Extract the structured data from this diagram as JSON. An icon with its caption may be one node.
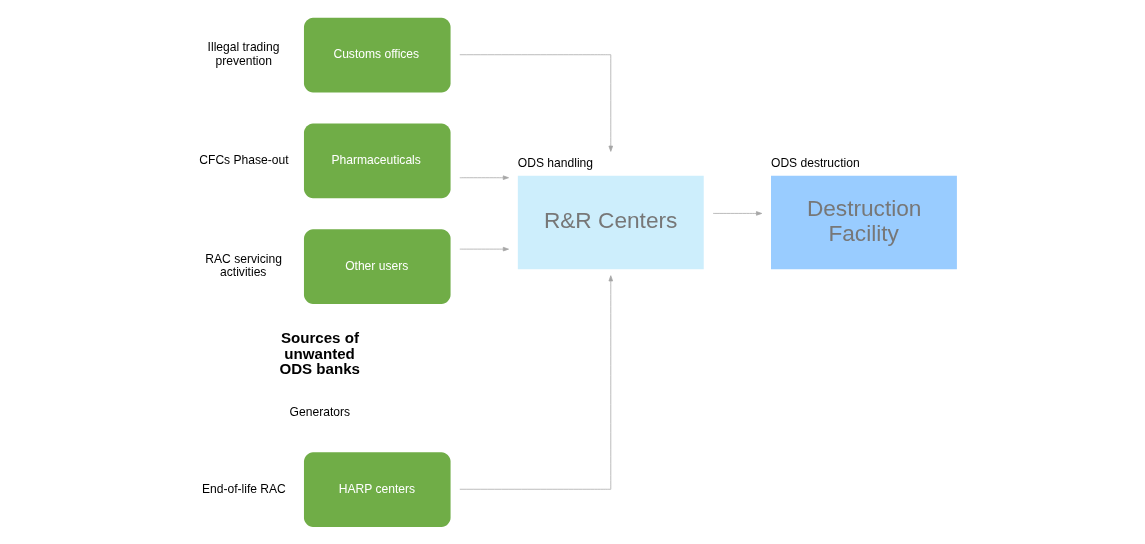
{
  "diagram": {
    "nodes": [
      {
        "text": [
          "HARP centers"
        ],
        "beside": [
          "End-of-life RAC"
        ]
      },
      {
        "text": [
          "Customs offices"
        ],
        "beside": [
          "Illegal trading prevention"
        ]
      },
      {
        "text": [
          "Pharmaceuticals"
        ],
        "beside": [
          "CFCs Phase-out"
        ]
      },
      {
        "text": [
          "Other users"
        ],
        "beside": [
          "RAC servicing activities"
        ]
      },
      {
        "text": [
          "ODS handling",
          "R&R Centers"
        ]
      },
      {
        "text": [
          "ODS destruction",
          "Destruction Facility"
        ]
      }
    ],
    "edges": [
      {
        "from": 0,
        "to": 4,
        "arrow": "to"
      },
      {
        "from": 1,
        "to": 4,
        "arrow": "to"
      },
      {
        "from": 2,
        "to": 4,
        "arrow": "to"
      },
      {
        "from": 3,
        "to": 4,
        "arrow": "to"
      },
      {
        "from": 4,
        "to": 5,
        "arrow": "to"
      }
    ],
    "labels": [
      "Sources of unwanted ODS banks",
      "Generators"
    ]
  }
}
